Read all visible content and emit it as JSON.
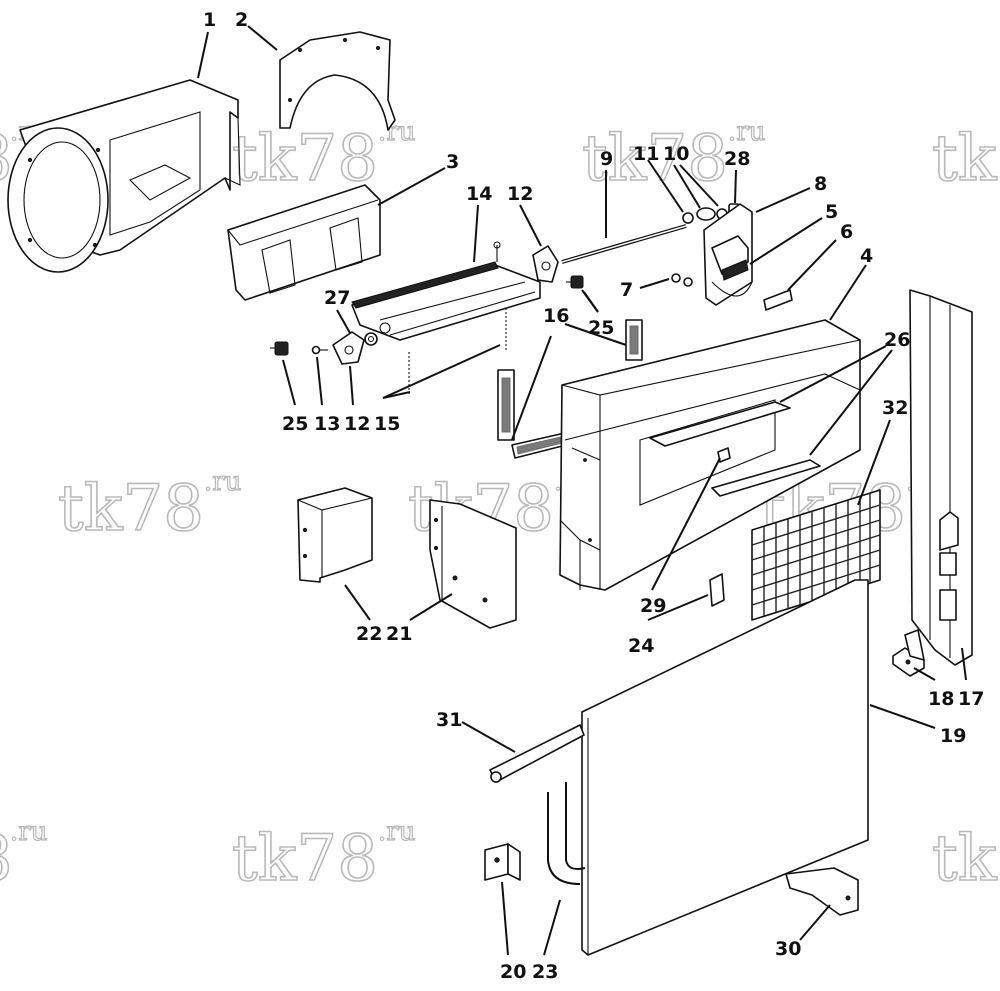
{
  "diagram": {
    "callouts": [
      {
        "id": "c1",
        "text": "1"
      },
      {
        "id": "c2",
        "text": "2"
      },
      {
        "id": "c3",
        "text": "3"
      },
      {
        "id": "c4",
        "text": "4"
      },
      {
        "id": "c5",
        "text": "5"
      },
      {
        "id": "c6",
        "text": "6"
      },
      {
        "id": "c7",
        "text": "7"
      },
      {
        "id": "c8",
        "text": "8"
      },
      {
        "id": "c9",
        "text": "9"
      },
      {
        "id": "c10",
        "text": "10"
      },
      {
        "id": "c11",
        "text": "11"
      },
      {
        "id": "c12a",
        "text": "12"
      },
      {
        "id": "c12b",
        "text": "12"
      },
      {
        "id": "c13",
        "text": "13"
      },
      {
        "id": "c14",
        "text": "14"
      },
      {
        "id": "c15",
        "text": "15"
      },
      {
        "id": "c16",
        "text": "16"
      },
      {
        "id": "c17",
        "text": "17"
      },
      {
        "id": "c18",
        "text": "18"
      },
      {
        "id": "c19",
        "text": "19"
      },
      {
        "id": "c20",
        "text": "20"
      },
      {
        "id": "c21",
        "text": "21"
      },
      {
        "id": "c22",
        "text": "22"
      },
      {
        "id": "c23",
        "text": "23"
      },
      {
        "id": "c24",
        "text": "24"
      },
      {
        "id": "c25a",
        "text": "25"
      },
      {
        "id": "c25b",
        "text": "25"
      },
      {
        "id": "c26",
        "text": "26"
      },
      {
        "id": "c27",
        "text": "27"
      },
      {
        "id": "c28",
        "text": "28"
      },
      {
        "id": "c29",
        "text": "29"
      },
      {
        "id": "c30",
        "text": "30"
      },
      {
        "id": "c31",
        "text": "31"
      },
      {
        "id": "c32",
        "text": "32"
      }
    ],
    "watermark": {
      "main": "tk78",
      "suffix": ".ru",
      "partial_main": "8",
      "partial_left": "tk"
    }
  }
}
